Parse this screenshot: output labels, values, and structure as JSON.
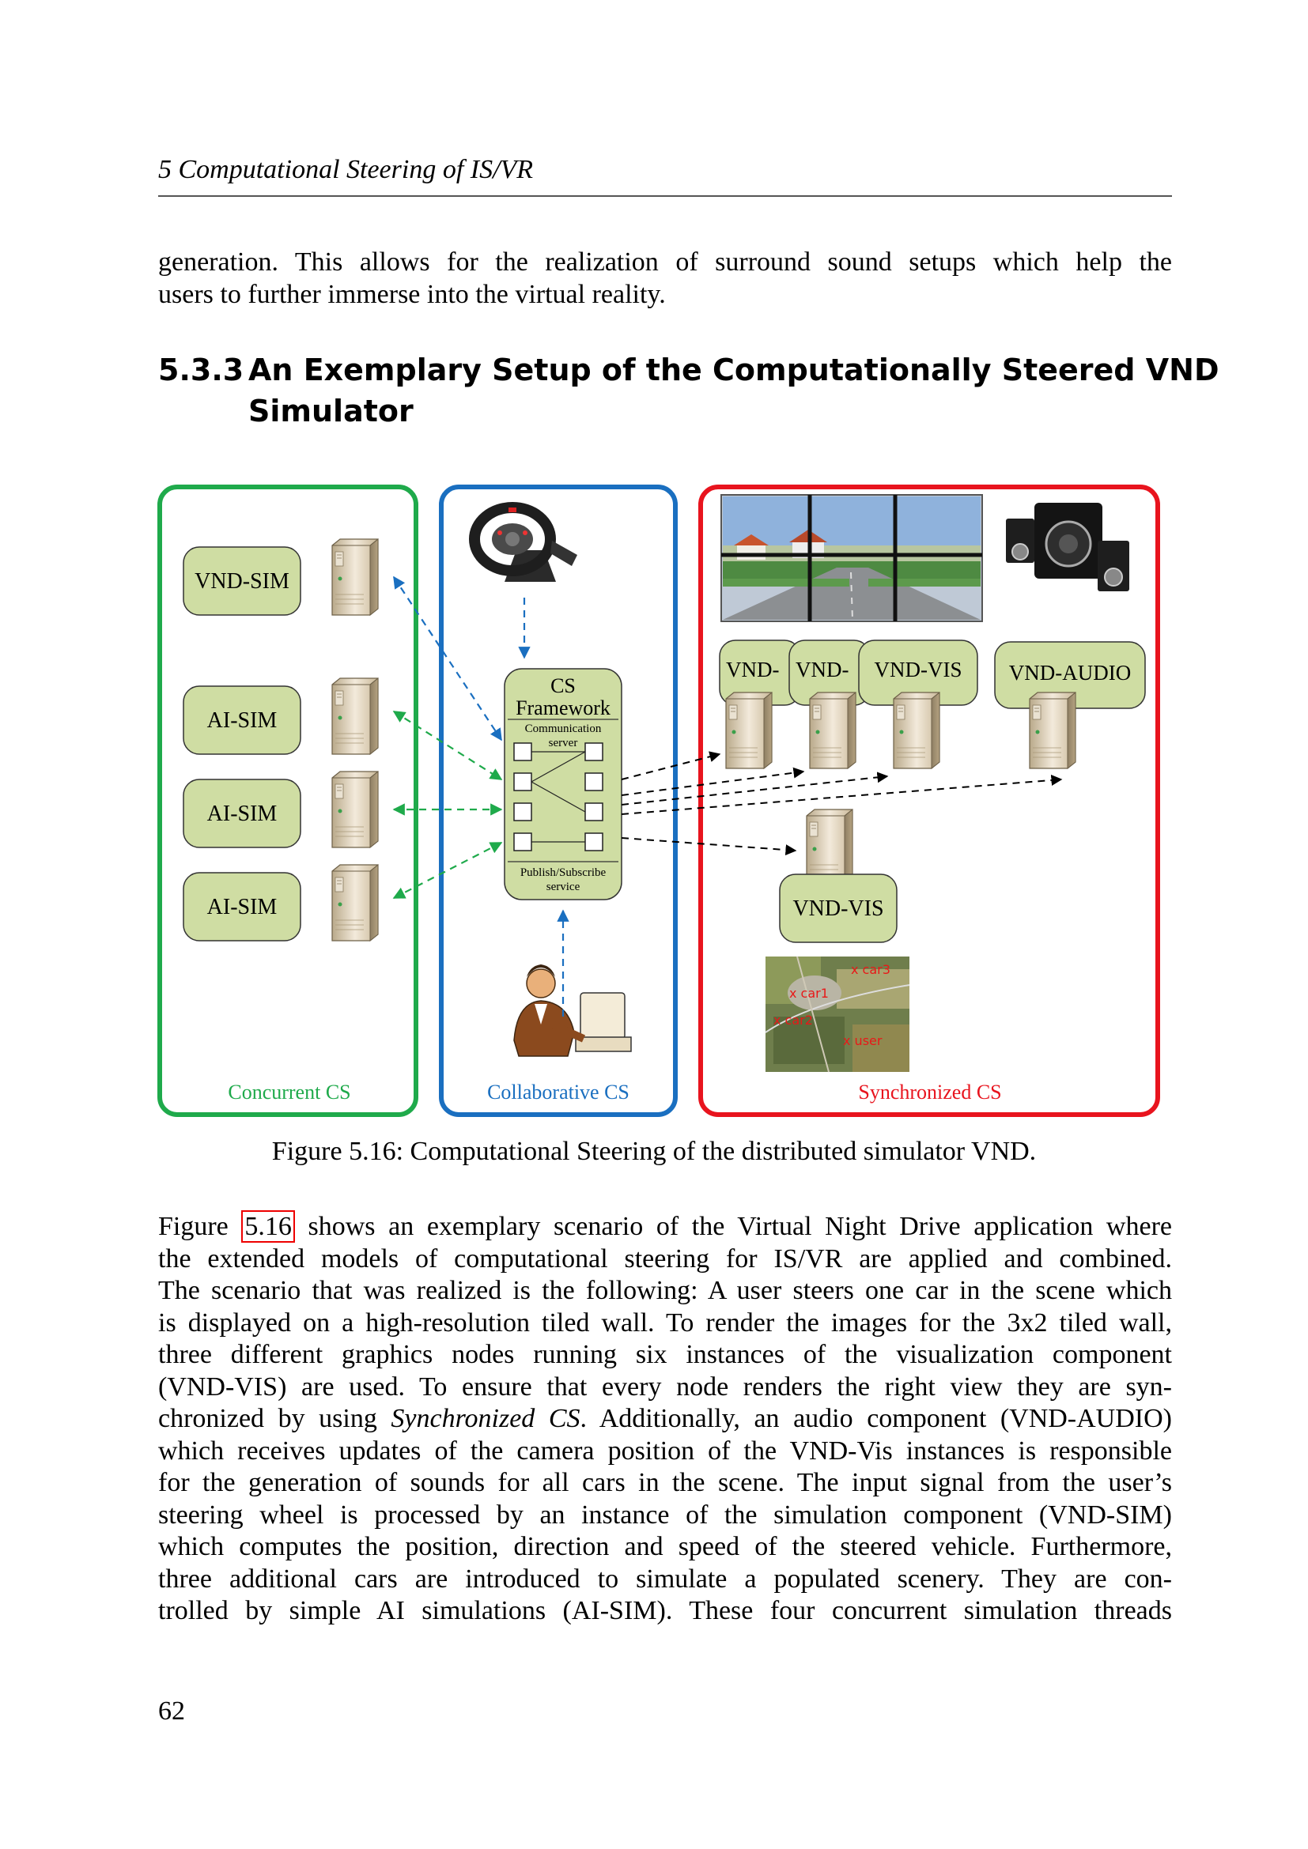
{
  "header": {
    "running_title": "5  Computational Steering of IS/VR"
  },
  "intro_paragraph": {
    "lines": [
      "generation.  This allows for the realization of surround sound setups which help the",
      "users to further immerse into the virtual reality."
    ]
  },
  "section": {
    "number": "5.3.3",
    "title_line1": "An Exemplary Setup of the Computationally Steered VND",
    "title_line2": "Simulator"
  },
  "figure": {
    "panels": {
      "concurrent": "Concurrent CS",
      "collaborative": "Collaborative CS",
      "synchronized": "Synchronized CS"
    },
    "left_nodes": [
      "VND-SIM",
      "AI-SIM",
      "AI-SIM",
      "AI-SIM"
    ],
    "framework": {
      "title_line1": "CS",
      "title_line2": "Framework",
      "comm_line1": "Communication",
      "comm_line2": "server",
      "pubsub_line1": "Publish/Subscribe",
      "pubsub_line2": "service"
    },
    "vis_nodes": [
      "VND-",
      "VND-",
      "VND-VIS"
    ],
    "audio_node": "VND-AUDIO",
    "vis_bottom_node": "VND-VIS",
    "map_labels": [
      "x car3",
      "x car1",
      "x car2",
      "x user"
    ],
    "colors": {
      "concurrent": "#1faa4b",
      "collaborative": "#1a6fc0",
      "synchronized": "#e8141e",
      "node_fill": "#cfdda3"
    },
    "caption": "Figure 5.16: Computational Steering of the distributed simulator VND."
  },
  "body_paragraph": {
    "line1_before_ref": "Figure ",
    "line1_ref": "5.16",
    "line1_after_ref": " shows an exemplary scenario of the Virtual Night Drive application where",
    "lines": [
      "the extended models of computational steering for IS/VR are applied and combined.",
      "The scenario that was realized is the following: A user steers one car in the scene which",
      "is displayed on a high-resolution tiled wall. To render the images for the 3x2 tiled wall,",
      "three different graphics nodes running six instances of the visualization component",
      "(VND-VIS) are used.  To ensure that every node renders the right view they are syn-"
    ],
    "line7_before_italic": "chronized by using ",
    "line7_italic": "Synchronized CS",
    "line7_after_italic": ". Additionally, an audio component (VND-AUDIO)",
    "lines_rest": [
      "which receives updates of the camera position of the VND-Vis instances is responsible",
      "for the generation of sounds for all cars in the scene. The input signal from the user’s",
      "steering wheel is processed by an instance of the simulation component (VND-SIM)",
      "which computes the position, direction and speed of the steered vehicle. Furthermore,",
      "three additional cars are introduced to simulate a populated scenery.  They are con-",
      "trolled by simple AI simulations (AI-SIM). These four concurrent simulation threads"
    ]
  },
  "footer": {
    "page_number": "62"
  }
}
